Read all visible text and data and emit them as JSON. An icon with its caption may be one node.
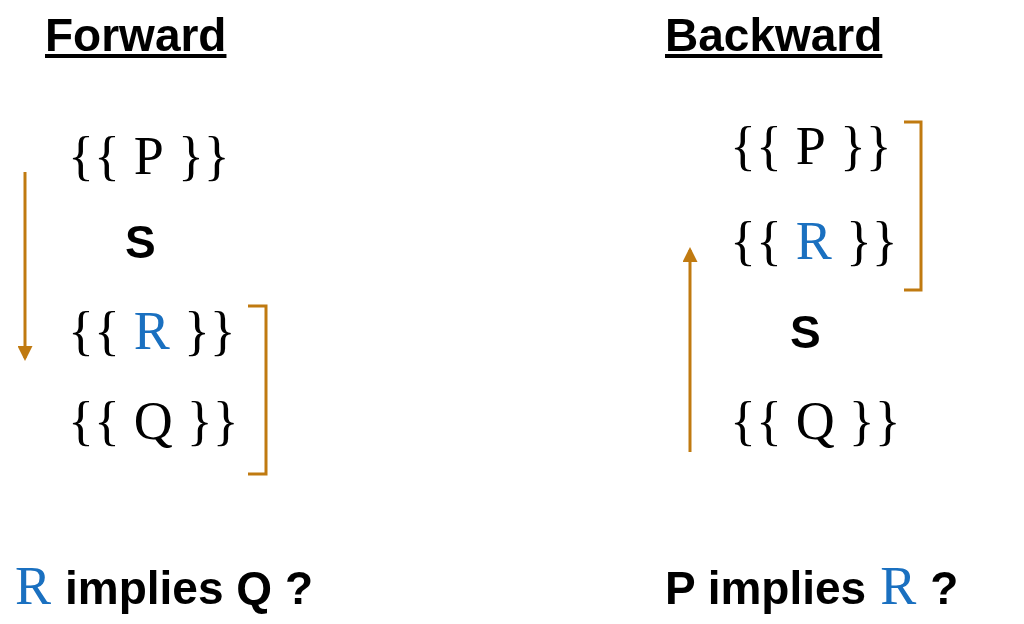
{
  "diagram": {
    "labels": [
      "Forward",
      "Backward",
      "{{",
      "P",
      "}}",
      "S",
      "{{",
      "R",
      "}}",
      "{{",
      "Q",
      "}}",
      "{{",
      "P",
      "}}",
      "{{",
      "R",
      "}}",
      "S",
      "{{",
      "Q",
      "}}",
      "R",
      "implies Q ?",
      "P implies",
      "R",
      "?"
    ]
  }
}
